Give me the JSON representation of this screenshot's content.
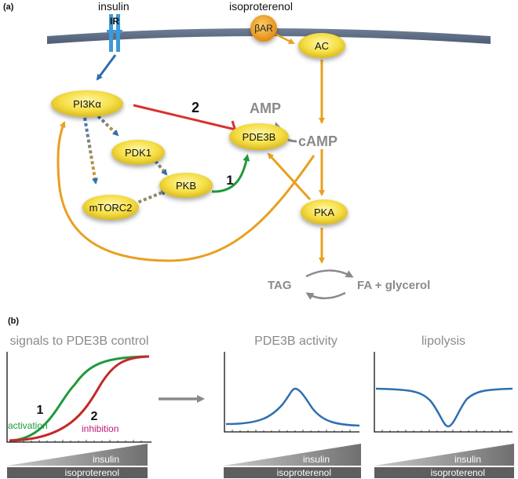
{
  "panel_a": {
    "label": "(a)",
    "insulin": "insulin",
    "receptor": "IR",
    "isoproterenol": "isoproterenol",
    "beta_ar": "βAR",
    "ac": "AC",
    "pi3k": "PI3Kα",
    "pdk1": "PDK1",
    "mtorc2": "mTORC2",
    "pkb": "PKB",
    "pde3b": "PDE3B",
    "amp": "AMP",
    "camp": "cAMP",
    "pka": "PKA",
    "tag": "TAG",
    "products": "FA + glycerol",
    "route_1": "1",
    "route_2": "2"
  },
  "panel_b": {
    "label": "(b)",
    "plot1_title": "signals to PDE3B control",
    "curve_1_number": "1",
    "curve_1_label": "activation",
    "curve_2_number": "2",
    "curve_2_label": "inhibition",
    "plot2_title": "PDE3B activity",
    "plot3_title": "lipolysis",
    "gradient_top": "insulin",
    "gradient_bottom": "isoproterenol"
  },
  "colors": {
    "orange": "#E8A020",
    "blue": "#2E6FB0",
    "green": "#1E9A3C",
    "red": "#D9332E",
    "gray": "#8A8A8A",
    "node_fill": "#F5E050",
    "activation": "#1E9A3C",
    "inhibition": "#C0187A"
  }
}
